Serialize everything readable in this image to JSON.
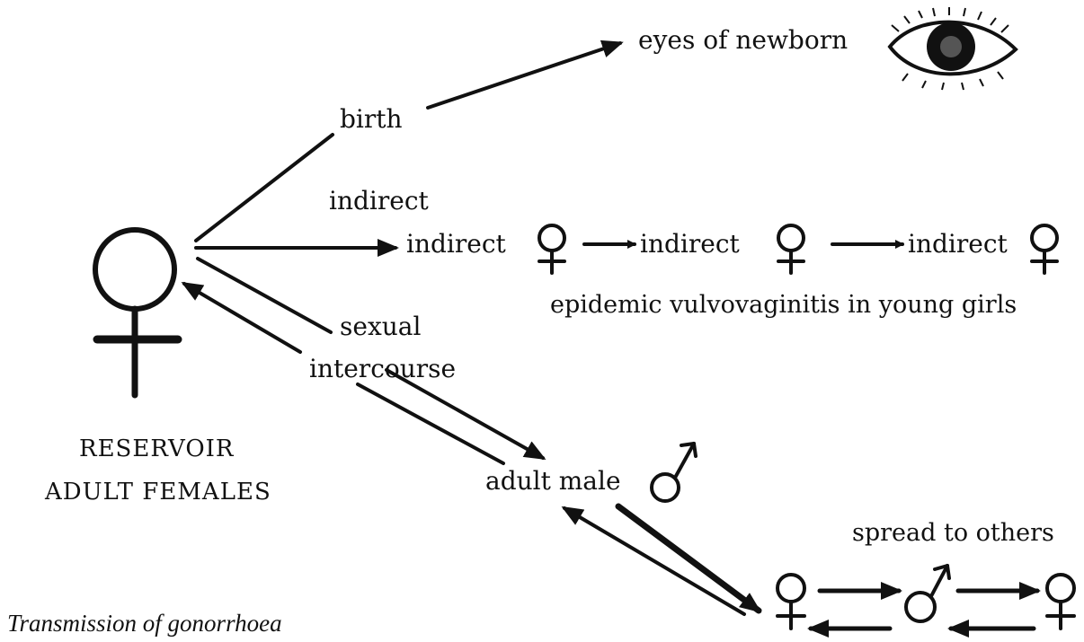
{
  "labels": {
    "birth": "birth",
    "indirect_top": "indirect",
    "indirect_1": "indirect",
    "indirect_2": "indirect",
    "indirect_3": "indirect",
    "epidemic": "epidemic vulvovaginitis in young girls",
    "sexual": "sexual",
    "intercourse": "intercourse",
    "eyes": "eyes of newborn",
    "reservoir_line1": "RESERVOIR",
    "reservoir_line2": "ADULT FEMALES",
    "adult_male": "adult male",
    "spread": "spread to others",
    "caption": "Transmission of gonorrhoea"
  },
  "icons": [
    "female-symbol",
    "male-symbol",
    "eye-icon"
  ],
  "colors": {
    "ink": "#111111",
    "background": "#ffffff"
  }
}
